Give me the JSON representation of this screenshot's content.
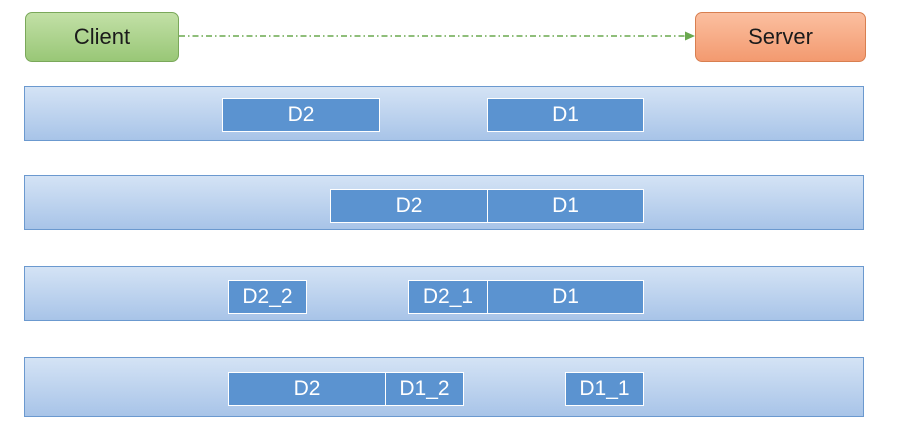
{
  "nodes": {
    "client": "Client",
    "server": "Server"
  },
  "rows": [
    {
      "packets": [
        "D2",
        "D1"
      ]
    },
    {
      "packets": [
        "D2",
        "D1"
      ]
    },
    {
      "packets": [
        "D2_2",
        "D2_1",
        "D1"
      ]
    },
    {
      "packets": [
        "D2",
        "D1_2",
        "D1_1"
      ]
    }
  ],
  "colors": {
    "client": "#9fcb7f",
    "server": "#f4a07a",
    "band": "#bdd3ef",
    "packet": "#5b93d0",
    "arrow": "#6aa84f"
  }
}
